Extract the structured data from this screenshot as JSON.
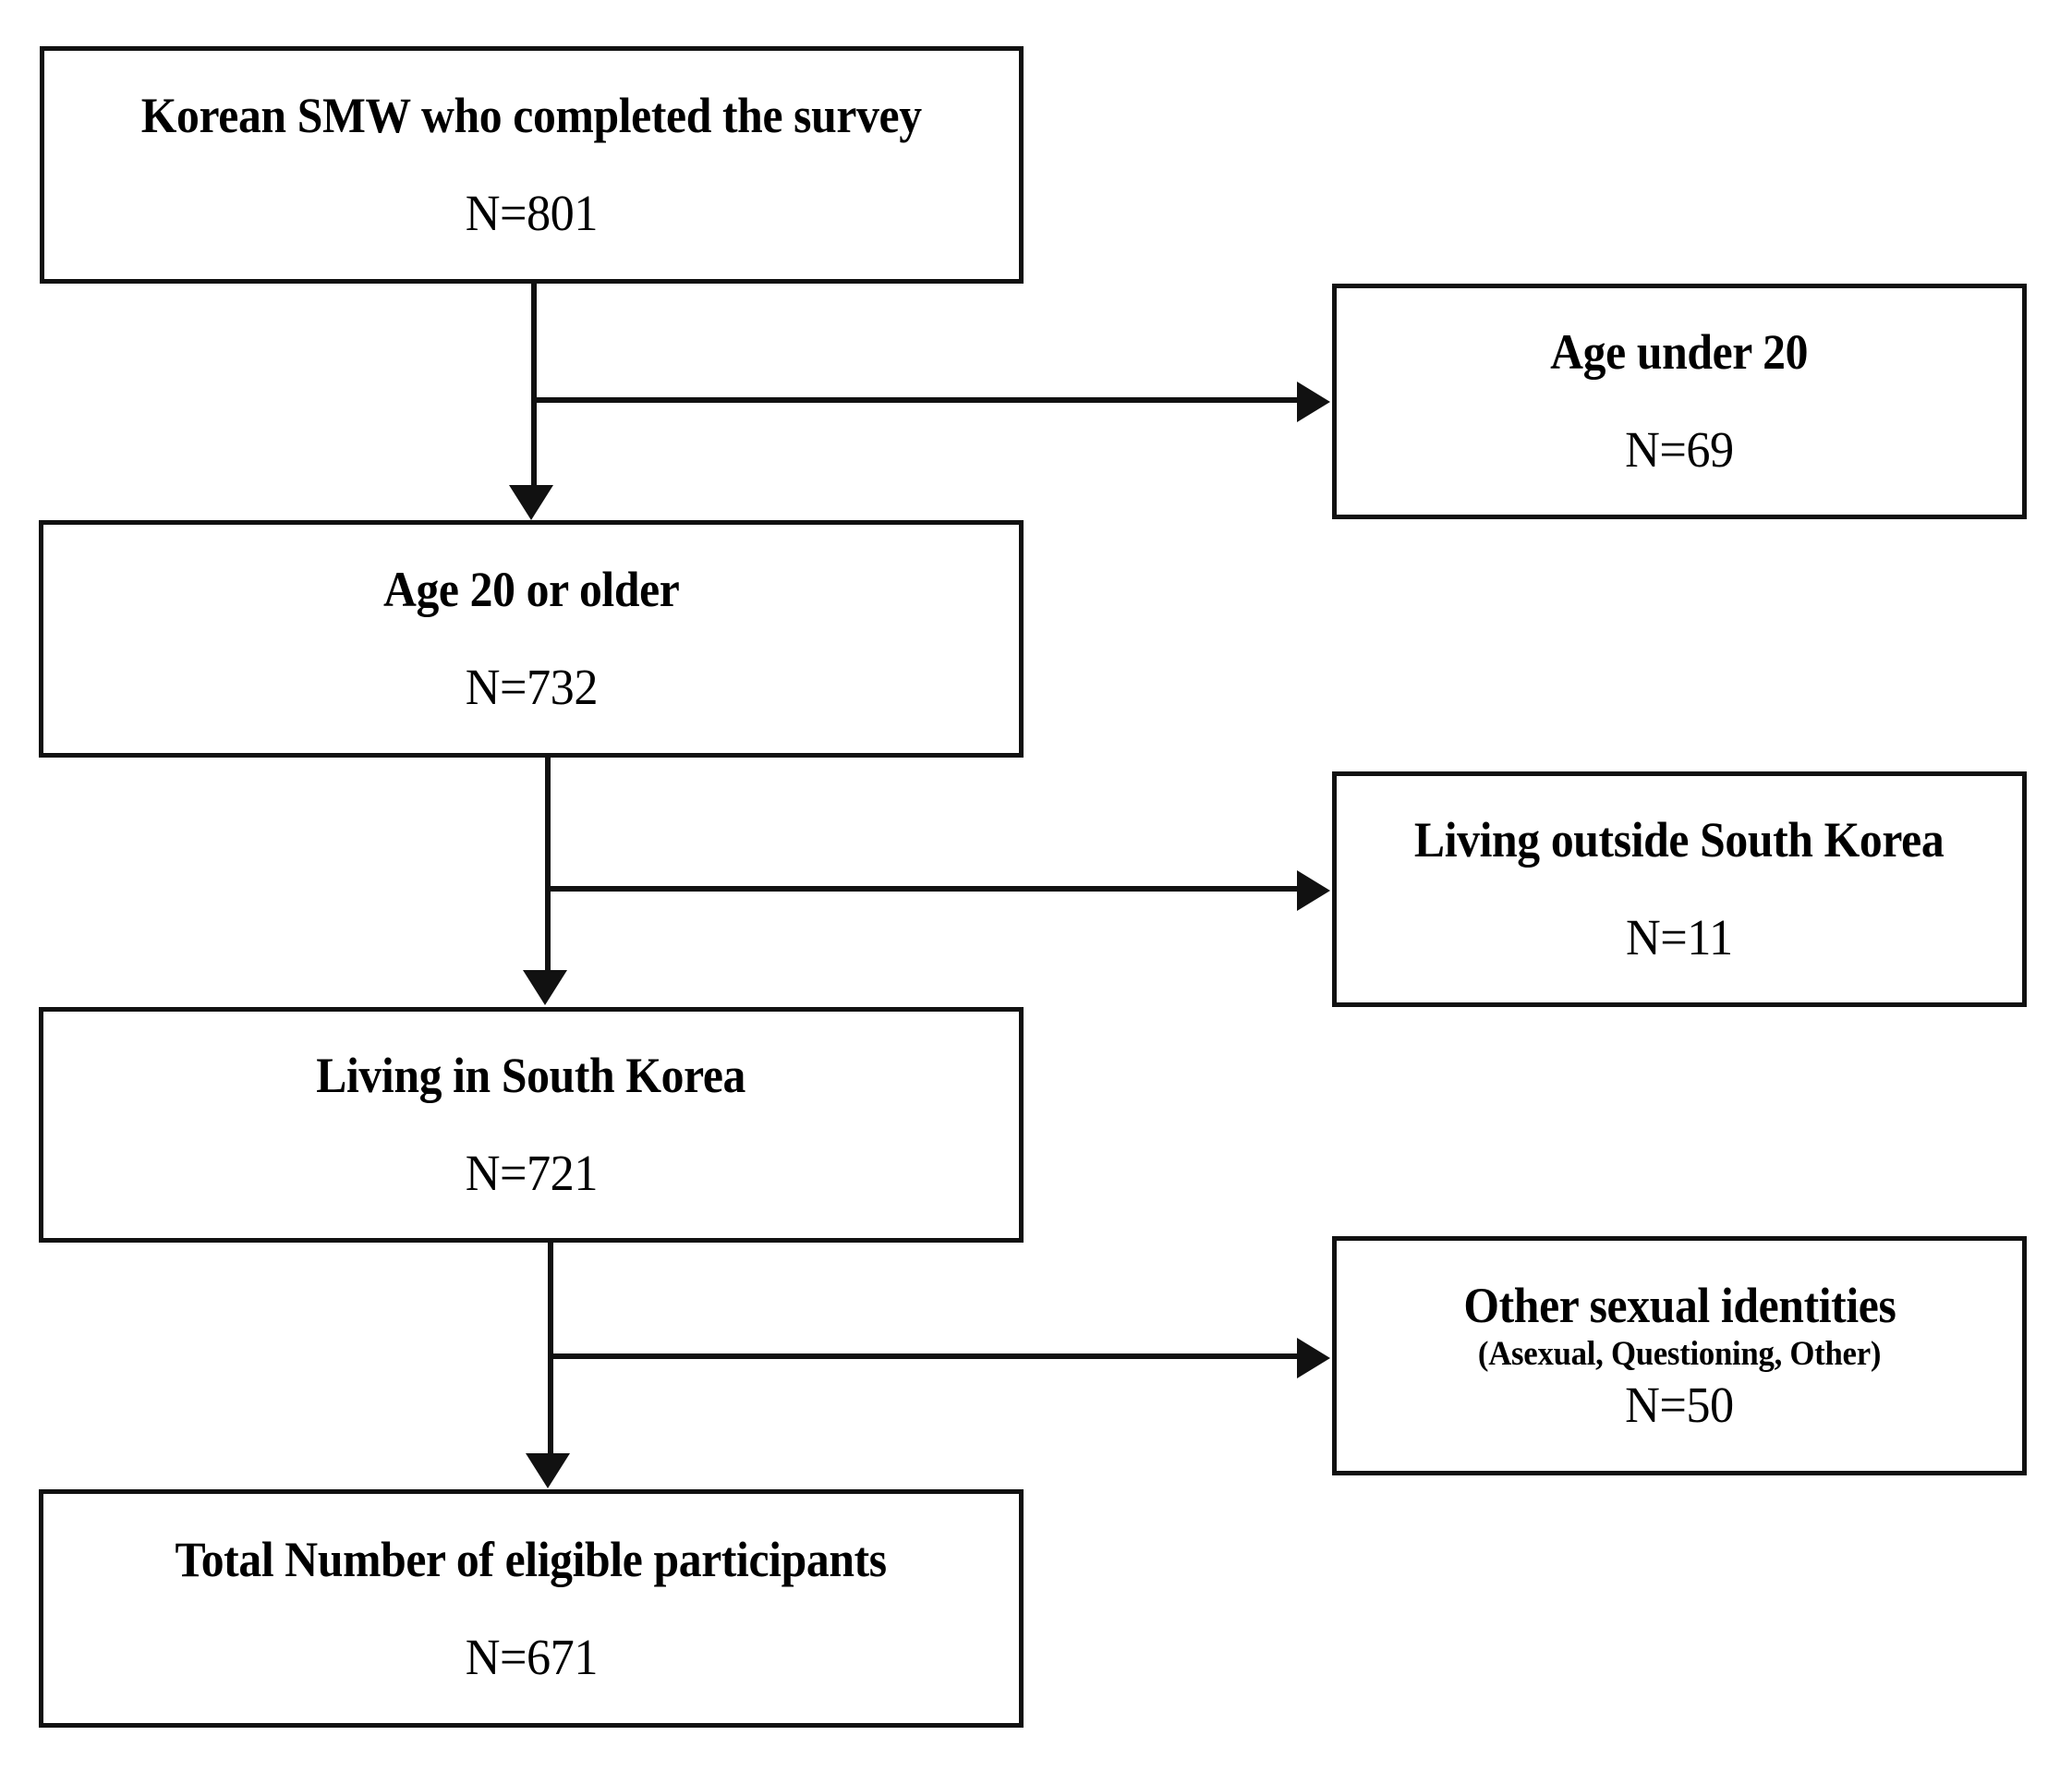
{
  "diagram": {
    "type": "participant-flow-diagram",
    "orientation": "top-to-bottom",
    "flow_nodes": [
      {
        "id": "total-surveyed",
        "title": "Korean SMW who completed the survey",
        "count": "N=801"
      },
      {
        "id": "age-20-or-older",
        "title": "Age 20 or older",
        "count": "N=732"
      },
      {
        "id": "living-in-korea",
        "title": "Living in South Korea",
        "count": "N=721"
      },
      {
        "id": "eligible-total",
        "title": "Total Number of eligible participants",
        "count": "N=671"
      }
    ],
    "exclusion_nodes": [
      {
        "id": "excl-age-under-20",
        "title": "Age under 20",
        "count": "N=69"
      },
      {
        "id": "excl-outside-korea",
        "title": "Living outside South Korea",
        "count": "N=11"
      },
      {
        "id": "excl-other-ident",
        "title": "Other sexual identities",
        "subtitle": "(Asexual, Questioning, Other)",
        "count": "N=50"
      }
    ],
    "colors": {
      "background": "#ffffff",
      "stroke": "#111111",
      "text": "#000000"
    }
  }
}
